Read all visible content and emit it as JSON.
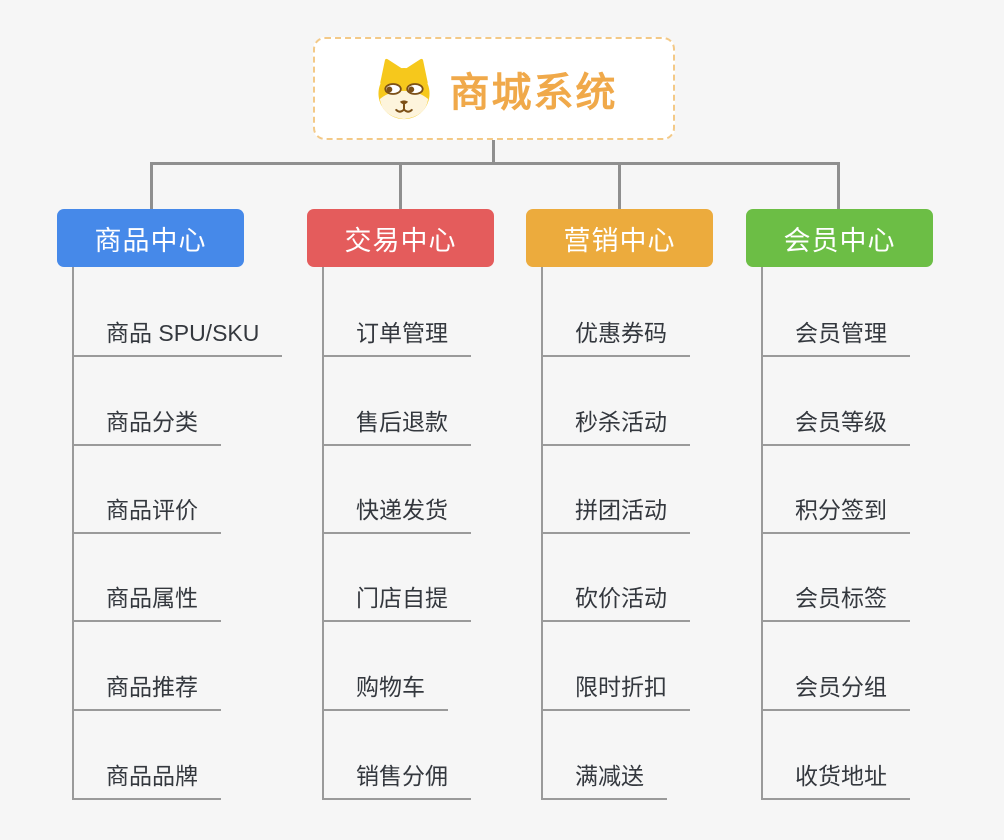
{
  "page": {
    "background_color": "#f6f6f6",
    "connector_color": "#8f8f8f",
    "underline_color": "#9a9a9a",
    "child_text_color": "#34383e"
  },
  "root": {
    "title": "商城系统",
    "title_color": "#f0a94a",
    "border_color": "#f3c987",
    "icon": "shiba-dog-icon"
  },
  "branches": [
    {
      "id": "goods",
      "label": "商品中心",
      "color": "#4689e9",
      "children": [
        "商品 SPU/SKU",
        "商品分类",
        "商品评价",
        "商品属性",
        "商品推荐",
        "商品品牌"
      ]
    },
    {
      "id": "trade",
      "label": "交易中心",
      "color": "#e45c5c",
      "children": [
        "订单管理",
        "售后退款",
        "快递发货",
        "门店自提",
        "购物车",
        "销售分佣"
      ]
    },
    {
      "id": "marketing",
      "label": "营销中心",
      "color": "#ecab3d",
      "children": [
        "优惠券码",
        "秒杀活动",
        "拼团活动",
        "砍价活动",
        "限时折扣",
        "满减送"
      ]
    },
    {
      "id": "member",
      "label": "会员中心",
      "color": "#6cbe45",
      "children": [
        "会员管理",
        "会员等级",
        "积分签到",
        "会员标签",
        "会员分组",
        "收货地址"
      ]
    }
  ]
}
